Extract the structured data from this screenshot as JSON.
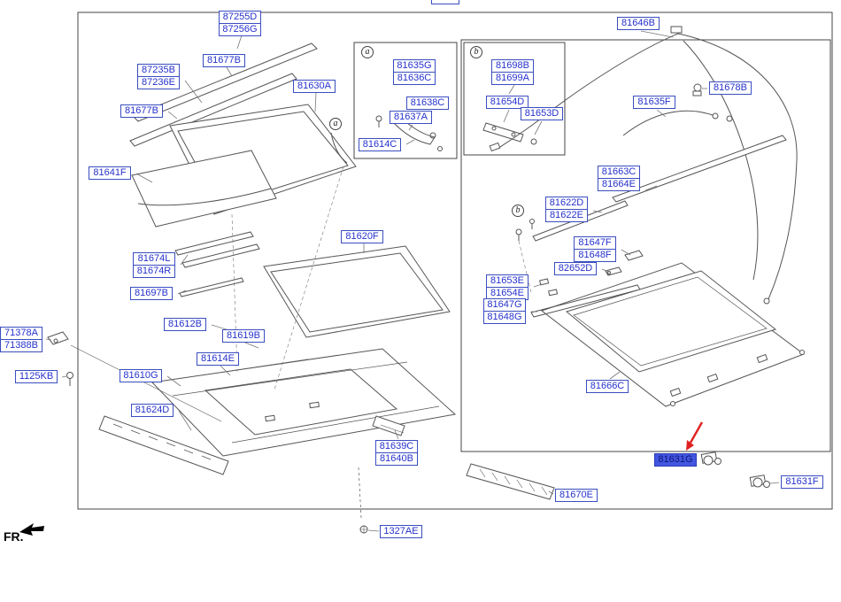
{
  "fr_indicator": {
    "label": "FR."
  },
  "callouts": {
    "a": "a",
    "b": "b"
  },
  "selection": {
    "highlighted_part": "81631G"
  },
  "colors": {
    "label_border": "#3a4ec0",
    "label_text": "#2531cc",
    "highlight_bg": "#4356e0",
    "line_art": "#555555",
    "arrow_red": "#e02020"
  },
  "labels": {
    "p87255D": {
      "line1": "87255D",
      "line2": "87256G"
    },
    "p81677B_a": {
      "line1": "81677B"
    },
    "p87235B": {
      "line1": "87235B",
      "line2": "87236E"
    },
    "p81677B_b": {
      "line1": "81677B"
    },
    "p81630A": {
      "line1": "81630A"
    },
    "p81641F": {
      "line1": "81641F"
    },
    "p81620F": {
      "line1": "81620F"
    },
    "p81674L": {
      "line1": "81674L",
      "line2": "81674R"
    },
    "p81697B": {
      "line1": "81697B"
    },
    "p81612B": {
      "line1": "81612B"
    },
    "p81619B": {
      "line1": "81619B"
    },
    "p81614E": {
      "line1": "81614E"
    },
    "p81610G": {
      "line1": "81610G"
    },
    "p81624D": {
      "line1": "81624D"
    },
    "p71378A": {
      "line1": "71378A",
      "line2": "71388B"
    },
    "p1125KB": {
      "line1": "1125KB"
    },
    "p81639C": {
      "line1": "81639C",
      "line2": "81640B"
    },
    "p1327AE": {
      "line1": "1327AE"
    },
    "p81635G": {
      "line1": "81635G",
      "line2": "81636C"
    },
    "p81638C": {
      "line1": "81638C"
    },
    "p81637A": {
      "line1": "81637A"
    },
    "p81614C": {
      "line1": "81614C"
    },
    "p81698B": {
      "line1": "81698B",
      "line2": "81699A"
    },
    "p81654D": {
      "line1": "81654D"
    },
    "p81653D": {
      "line1": "81653D"
    },
    "p81646B": {
      "line1": "81646B"
    },
    "p81678B": {
      "line1": "81678B"
    },
    "p81635F": {
      "line1": "81635F"
    },
    "p81663C": {
      "line1": "81663C",
      "line2": "81664E"
    },
    "p81622D": {
      "line1": "81622D",
      "line2": "81622E"
    },
    "p81647F": {
      "line1": "81647F",
      "line2": "81648F"
    },
    "p82652D": {
      "line1": "82652D"
    },
    "p81653E": {
      "line1": "81653E",
      "line2": "81654E"
    },
    "p81647G": {
      "line1": "81647G",
      "line2": "81648G"
    },
    "p81666C": {
      "line1": "81666C"
    },
    "p81631G": {
      "line1": "81631G"
    },
    "p81631F": {
      "line1": "81631F"
    },
    "p81670E": {
      "line1": "81670E"
    }
  }
}
